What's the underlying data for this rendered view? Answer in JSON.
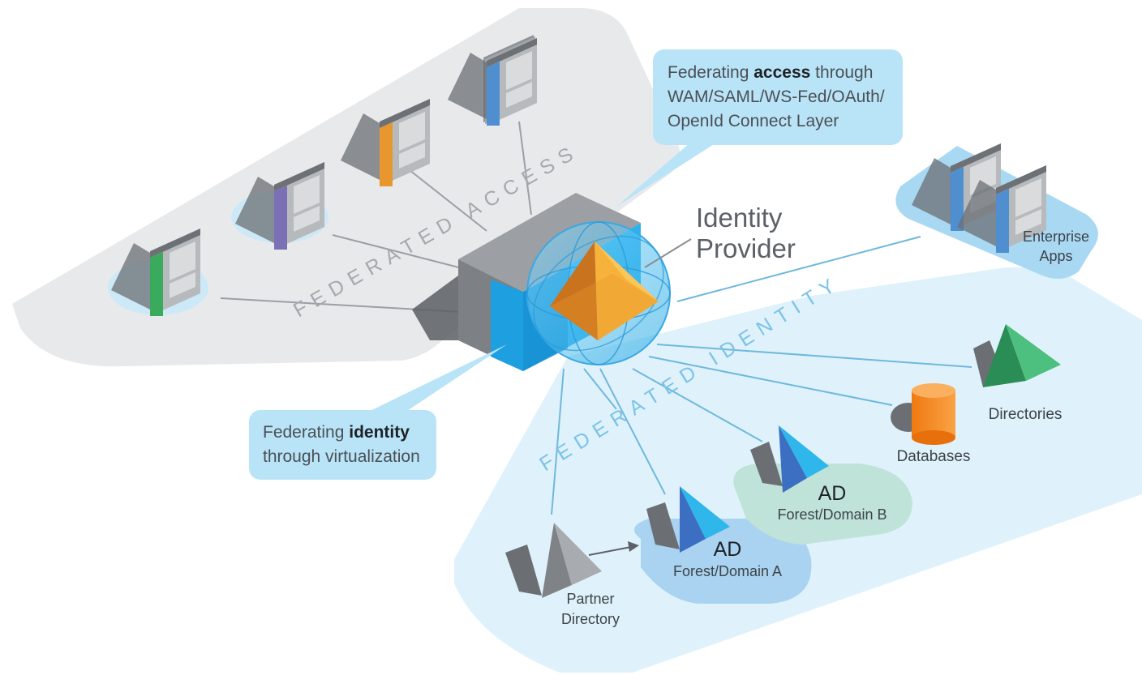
{
  "provider": {
    "line1": "Identity",
    "line2": "Provider"
  },
  "regions": {
    "federated_access": "FEDERATED ACCESS",
    "federated_identity": "FEDERATED IDENTITY"
  },
  "callouts": {
    "access": {
      "prefix": "Federating ",
      "bold": "access",
      "suffix": " through",
      "line2": "WAM/SAML/WS-Fed/OAuth/",
      "line3": "OpenId Connect Layer"
    },
    "identity": {
      "prefix": "Federating ",
      "bold": "identity",
      "line2": "through virtualization"
    }
  },
  "nodes": {
    "enterprise_apps": {
      "line1": "Enterprise",
      "line2": "Apps"
    },
    "directories": "Directories",
    "databases": "Databases",
    "ad_a": {
      "title": "AD",
      "subtitle": "Forest/Domain A"
    },
    "ad_b": {
      "title": "AD",
      "subtitle": "Forest/Domain B"
    },
    "partner": {
      "line1": "Partner",
      "line2": "Directory"
    }
  },
  "colors": {
    "access_zone": "#e8e9ea",
    "identity_zone": "#dff2fb",
    "callout_bg": "#b9e4f7",
    "app_green": "#3aaa5c",
    "app_purple": "#7b6fb5",
    "app_orange": "#e8962e",
    "app_blue": "#4f8fcf",
    "pyramid_orange": "#f2a531",
    "ad_blue": "#3d7fcf",
    "directory_green": "#2f9a5e",
    "database_orange": "#f5871f"
  }
}
